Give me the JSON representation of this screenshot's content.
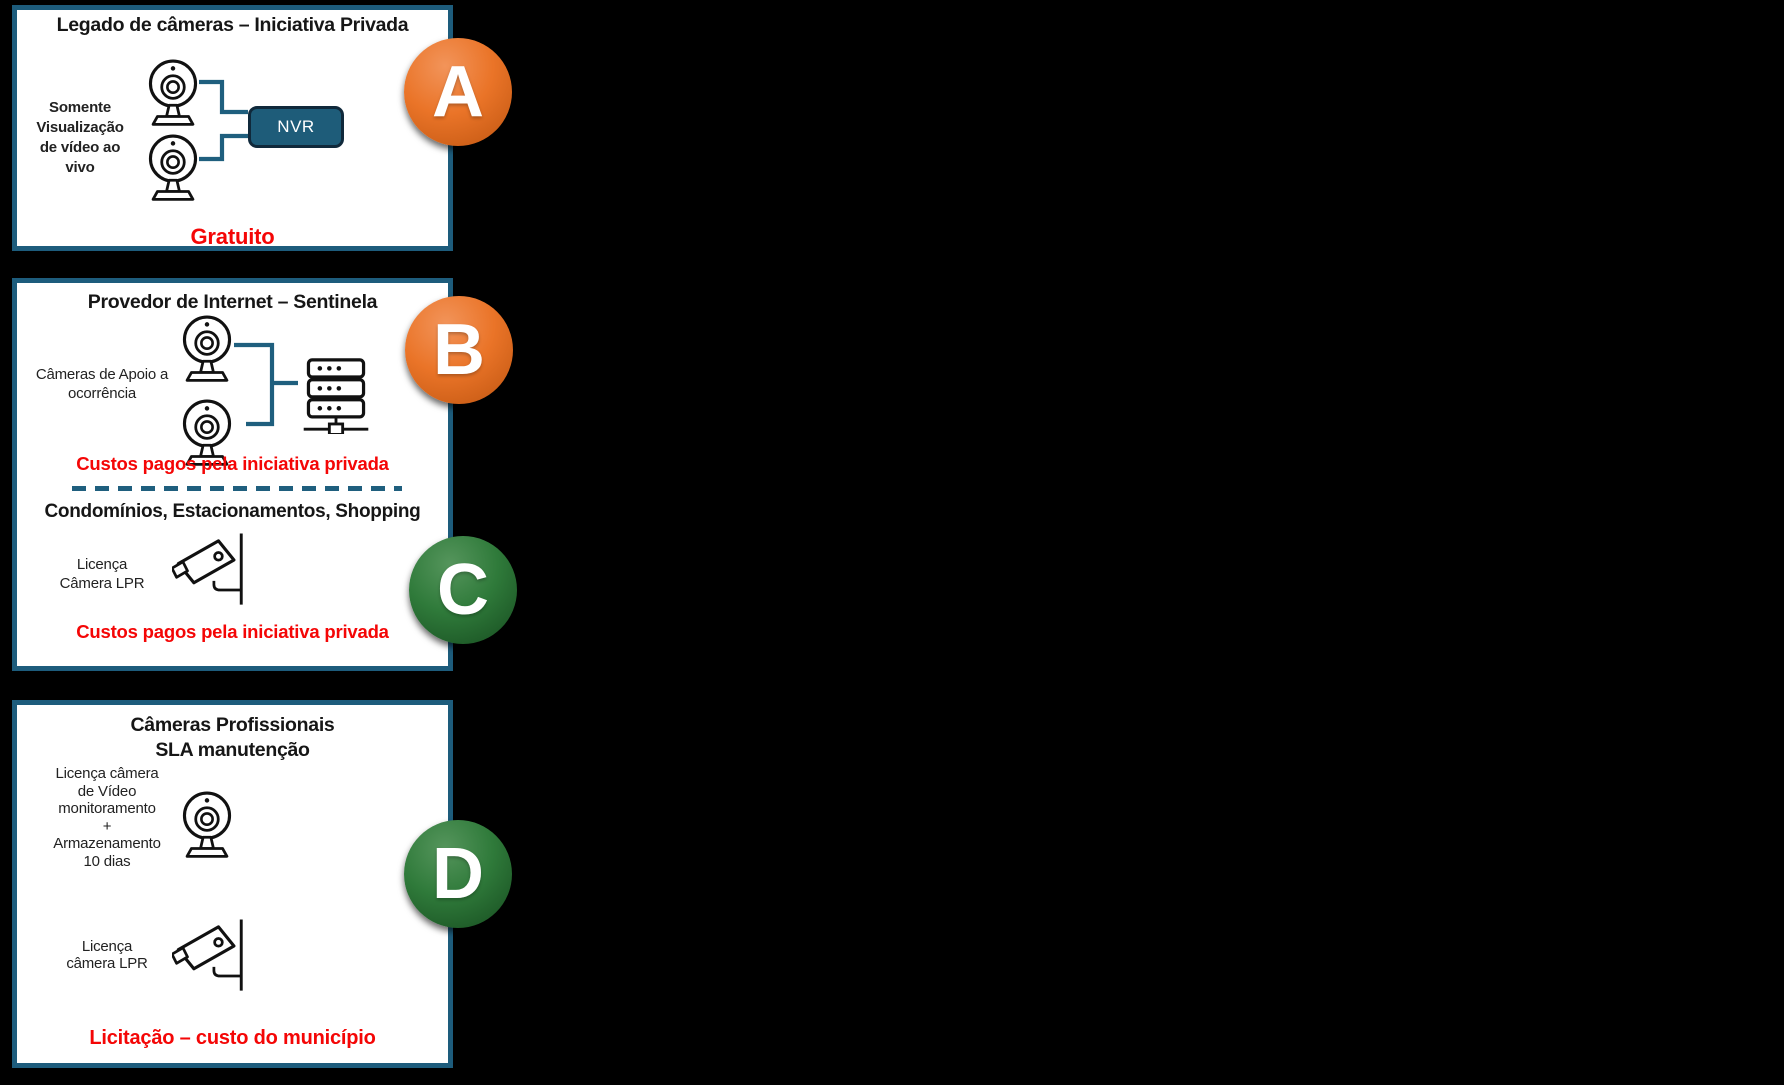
{
  "colors": {
    "bg": "#000000",
    "panel-border": "#1d5c7c",
    "teal": "#1f5f7e",
    "nvr-fill": "#1e5c79",
    "nvr-border": "#10293b",
    "red": "#f40606",
    "orange": "#ea7428",
    "orange-light": "#f2945a",
    "orange-dark": "#bf5510",
    "green": "#2f7a3a",
    "green-light": "#55955c",
    "green-dark": "#164b1f"
  },
  "icons": {
    "webcam": "webcam-camera-icon (outlined circle lens with stand)",
    "server": "rack-server-icon (3 stacked units with dots, network switch below)",
    "lpr": "cctv-camera-icon (tilted body on pole bracket)"
  },
  "panelA": {
    "title": "Legado de câmeras – Iniciativa Privada",
    "side": [
      "Somente",
      "Visualização",
      "de vídeo ao",
      "vivo"
    ],
    "nvr": "NVR",
    "footer": "Gratuito",
    "badge": "A"
  },
  "panelB": {
    "title": "Provedor de Internet – Sentinela",
    "side": [
      "Câmeras de Apoio a",
      "ocorrência"
    ],
    "footer": "Custos pagos pela iniciativa privada",
    "badge": "B"
  },
  "panelC": {
    "title": "Condomínios, Estacionamentos, Shopping",
    "side": [
      "Licença",
      "Câmera LPR"
    ],
    "footer": "Custos pagos pela iniciativa privada",
    "badge": "C"
  },
  "panelD": {
    "title": [
      "Câmeras Profissionais",
      "SLA manutenção"
    ],
    "video_label": [
      "Licença câmera",
      "de Vídeo",
      "monitoramento",
      "+",
      "Armazenamento",
      "10 dias"
    ],
    "lpr_label": [
      "Licença",
      "câmera LPR"
    ],
    "footer": "Licitação – custo do município",
    "badge": "D"
  }
}
